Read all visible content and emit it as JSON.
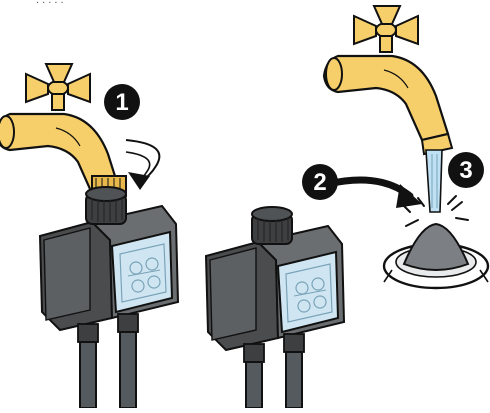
{
  "caption": ". . . . :",
  "steps": [
    {
      "number": "1"
    },
    {
      "number": "2"
    },
    {
      "number": "3"
    }
  ],
  "colors": {
    "brass": "#f6cf6a",
    "body_dark": "#4a4c4e",
    "body_mid": "#6b6e71",
    "panel_blue": "#cfe6f2",
    "hose": "#555a5e",
    "water": "#bfe1f3",
    "outline": "#111111"
  },
  "icons": [
    "tap-icon",
    "timer-device-icon",
    "rotate-arrow-icon",
    "filter-washer-icon",
    "water-stream-icon"
  ]
}
